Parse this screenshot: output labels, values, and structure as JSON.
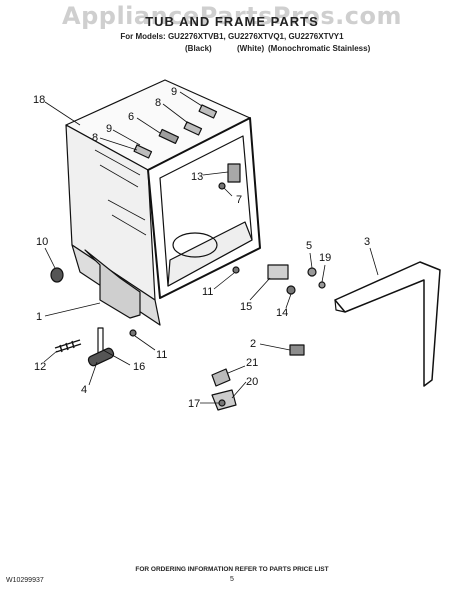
{
  "watermark": "AppliancePartsPros.com",
  "title": "TUB AND FRAME PARTS",
  "models": "For Models: GU2276XTVB1, GU2276XTVQ1, GU2276XTVY1",
  "colors": [
    "(Black)",
    "(White)",
    "(Monochromatic Stainless)"
  ],
  "callouts": [
    "18",
    "9",
    "8",
    "6",
    "8",
    "9",
    "13",
    "7",
    "10",
    "5",
    "19",
    "3",
    "11",
    "15",
    "14",
    "1",
    "11",
    "2",
    "12",
    "16",
    "4",
    "21",
    "20",
    "17"
  ],
  "footer": "FOR ORDERING INFORMATION REFER TO PARTS PRICE LIST",
  "page_number": "5",
  "doc_number": "W10299937"
}
